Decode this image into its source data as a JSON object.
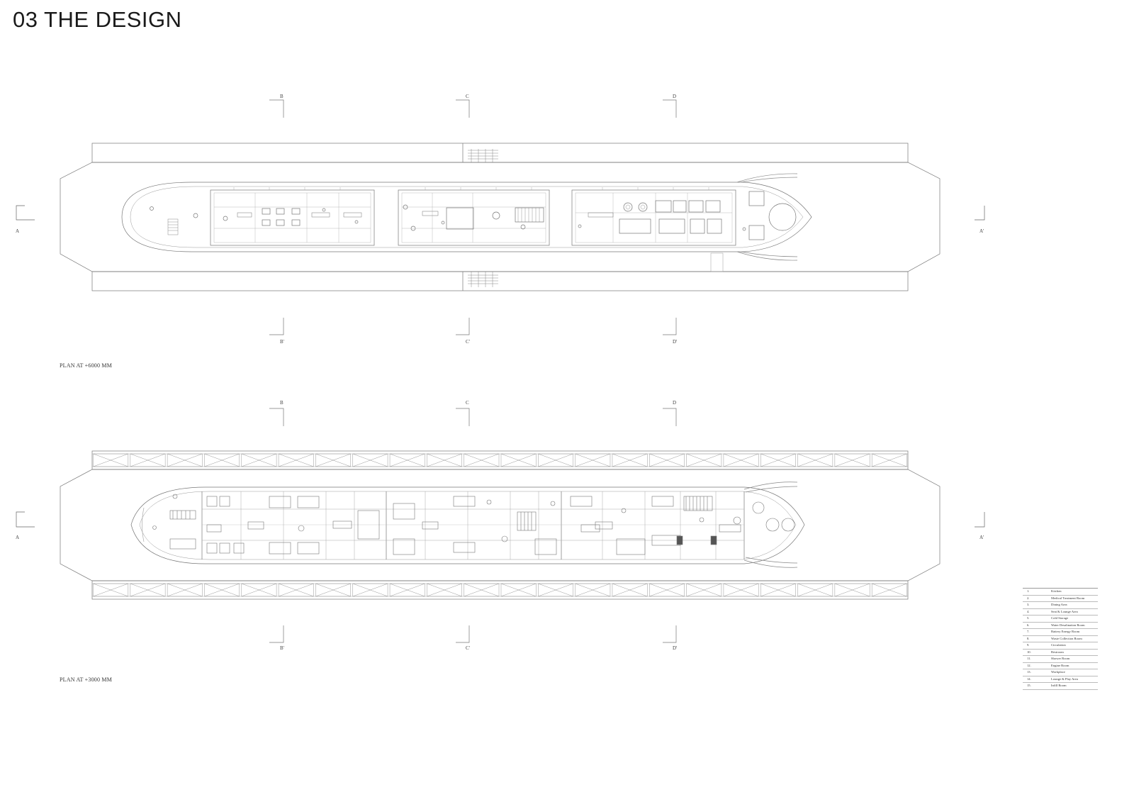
{
  "page": {
    "title": "03 THE DESIGN"
  },
  "plans": [
    {
      "caption": "PLAN AT +6000 MM",
      "section_marks": {
        "a": "A",
        "a_prime": "A'",
        "b": "B",
        "b_prime": "B'",
        "c": "C",
        "c_prime": "C'",
        "d": "D",
        "d_prime": "D'"
      }
    },
    {
      "caption": "PLAN AT +3000 MM",
      "section_marks": {
        "a": "A",
        "a_prime": "A'",
        "b": "B",
        "b_prime": "B'",
        "c": "C",
        "c_prime": "C'",
        "d": "D",
        "d_prime": "D'"
      }
    }
  ],
  "legend": [
    {
      "num": "1.",
      "label": "Kitchen"
    },
    {
      "num": "2.",
      "label": "Medical Treatment Room"
    },
    {
      "num": "3.",
      "label": "Dining Area"
    },
    {
      "num": "4.",
      "label": "Seat & Lounge Area"
    },
    {
      "num": "5.",
      "label": "Cold Storage"
    },
    {
      "num": "6.",
      "label": "Water Desalination Room"
    },
    {
      "num": "7.",
      "label": "Battery Energy Room"
    },
    {
      "num": "8.",
      "label": "Waste Collection Room"
    },
    {
      "num": "9.",
      "label": "Circulation"
    },
    {
      "num": "10.",
      "label": "Restroom"
    },
    {
      "num": "11.",
      "label": "Shower Room"
    },
    {
      "num": "12.",
      "label": "Engine Room"
    },
    {
      "num": "13.",
      "label": "Workplace"
    },
    {
      "num": "14.",
      "label": "Lounge & Play Area"
    },
    {
      "num": "15.",
      "label": "Infill Room"
    }
  ]
}
